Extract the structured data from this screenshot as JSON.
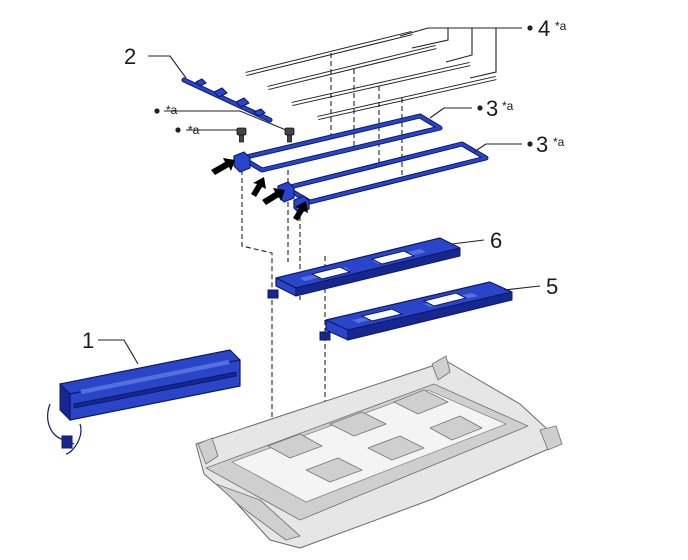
{
  "callouts": [
    {
      "id": "1",
      "number": "1",
      "mark": ""
    },
    {
      "id": "2",
      "number": "2",
      "mark": ""
    },
    {
      "id": "3a",
      "number": "3",
      "mark": "*a"
    },
    {
      "id": "3b",
      "number": "3",
      "mark": "*a"
    },
    {
      "id": "4",
      "number": "4",
      "mark": "*a"
    },
    {
      "id": "5",
      "number": "5",
      "mark": ""
    },
    {
      "id": "6",
      "number": "6",
      "mark": ""
    }
  ],
  "bolt_marks": [
    {
      "id": "bolt-left",
      "mark": "*a"
    },
    {
      "id": "bolt-right",
      "mark": "*a"
    }
  ],
  "colors": {
    "part_blue": "#2b45c9",
    "part_blue_dark": "#0a1a6e",
    "tray_gray": "#e6e6e6",
    "leader": "#222222"
  },
  "icons": [
    "installation-arrow-icon",
    "bullet-icon"
  ]
}
